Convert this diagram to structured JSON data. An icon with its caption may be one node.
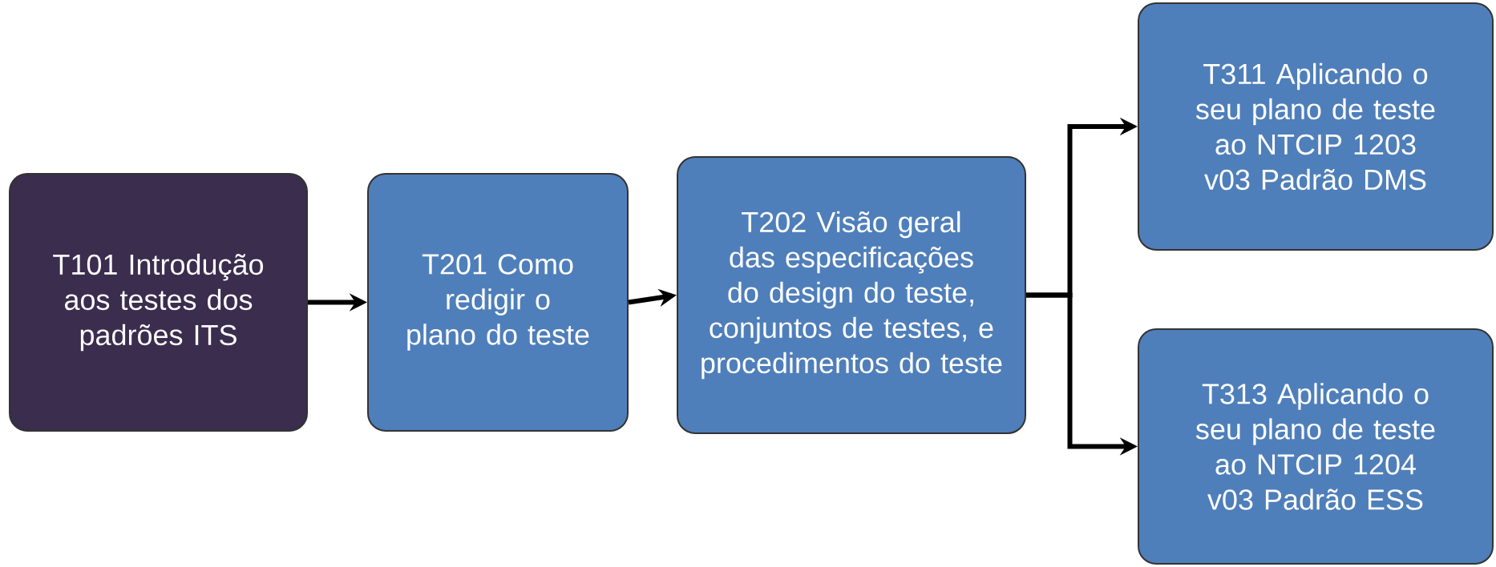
{
  "diagram": {
    "nodes": [
      {
        "text": [
          "T101 Introdução aos testes dos padrões ITS"
        ]
      },
      {
        "text": [
          "T201 Como redigir o plano do teste"
        ]
      },
      {
        "text": [
          "T202 Visão geral das especificações do design do teste, conjuntos de testes, e procedimentos do teste"
        ]
      },
      {
        "text": [
          "T311 Aplicando o seu plano de teste ao NTCIP 1203 v03 Padrão DMS"
        ]
      },
      {
        "text": [
          "T313 Aplicando o seu plano de teste ao NTCIP 1204 v03 Padrão ESS"
        ]
      }
    ],
    "edges": [
      {
        "from": 0,
        "to": 1,
        "arrow": "to"
      },
      {
        "from": 1,
        "to": 2,
        "arrow": "to"
      },
      {
        "from": 2,
        "to": 3,
        "arrow": "to"
      },
      {
        "from": 2,
        "to": 4,
        "arrow": "to"
      }
    ]
  }
}
